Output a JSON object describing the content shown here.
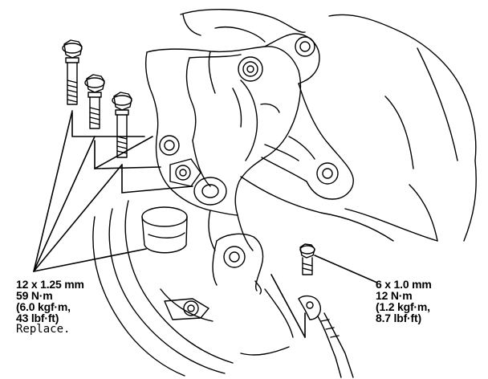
{
  "callouts": {
    "left": {
      "size": "12 x 1.25 mm",
      "torque_nm": "59 N·m",
      "torque_kgf": "(6.0 kgf·m,",
      "torque_lbf": "43 lbf·ft)",
      "note": "Replace."
    },
    "right": {
      "size": "6 x 1.0 mm",
      "torque_nm": "12 N·m",
      "torque_kgf": "(1.2 kgf·m,",
      "torque_lbf": "8.7 lbf·ft)"
    }
  },
  "colors": {
    "line": "#000000",
    "background": "#ffffff"
  }
}
